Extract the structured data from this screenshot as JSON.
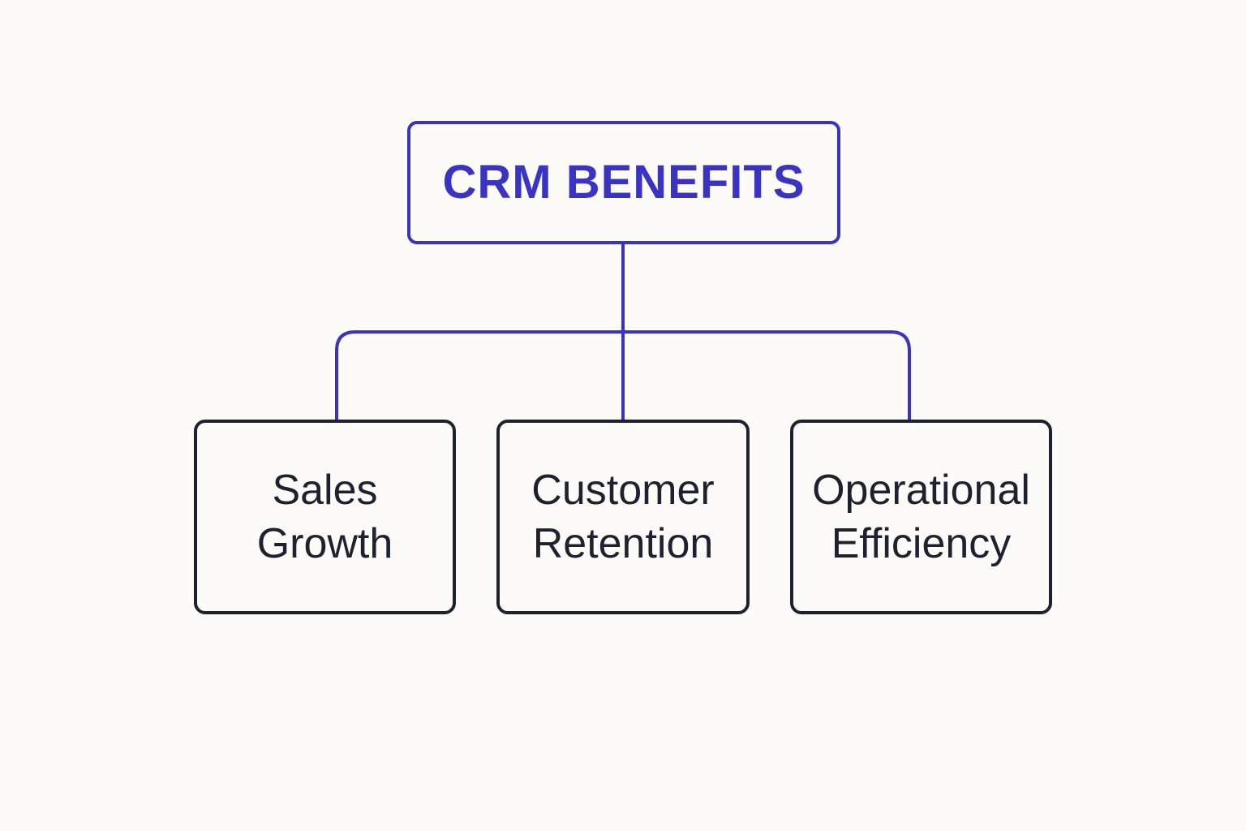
{
  "colors": {
    "background": "#fcfbf8",
    "accent": "#3a34c4",
    "box_border": "#1e2230",
    "text": "#1e2230"
  },
  "root": {
    "label": "CRM BENEFITS"
  },
  "children": [
    {
      "lines": [
        "Sales",
        "Growth"
      ]
    },
    {
      "lines": [
        "Customer",
        "Retention"
      ]
    },
    {
      "lines": [
        "Operational",
        "Efficiency"
      ]
    }
  ]
}
